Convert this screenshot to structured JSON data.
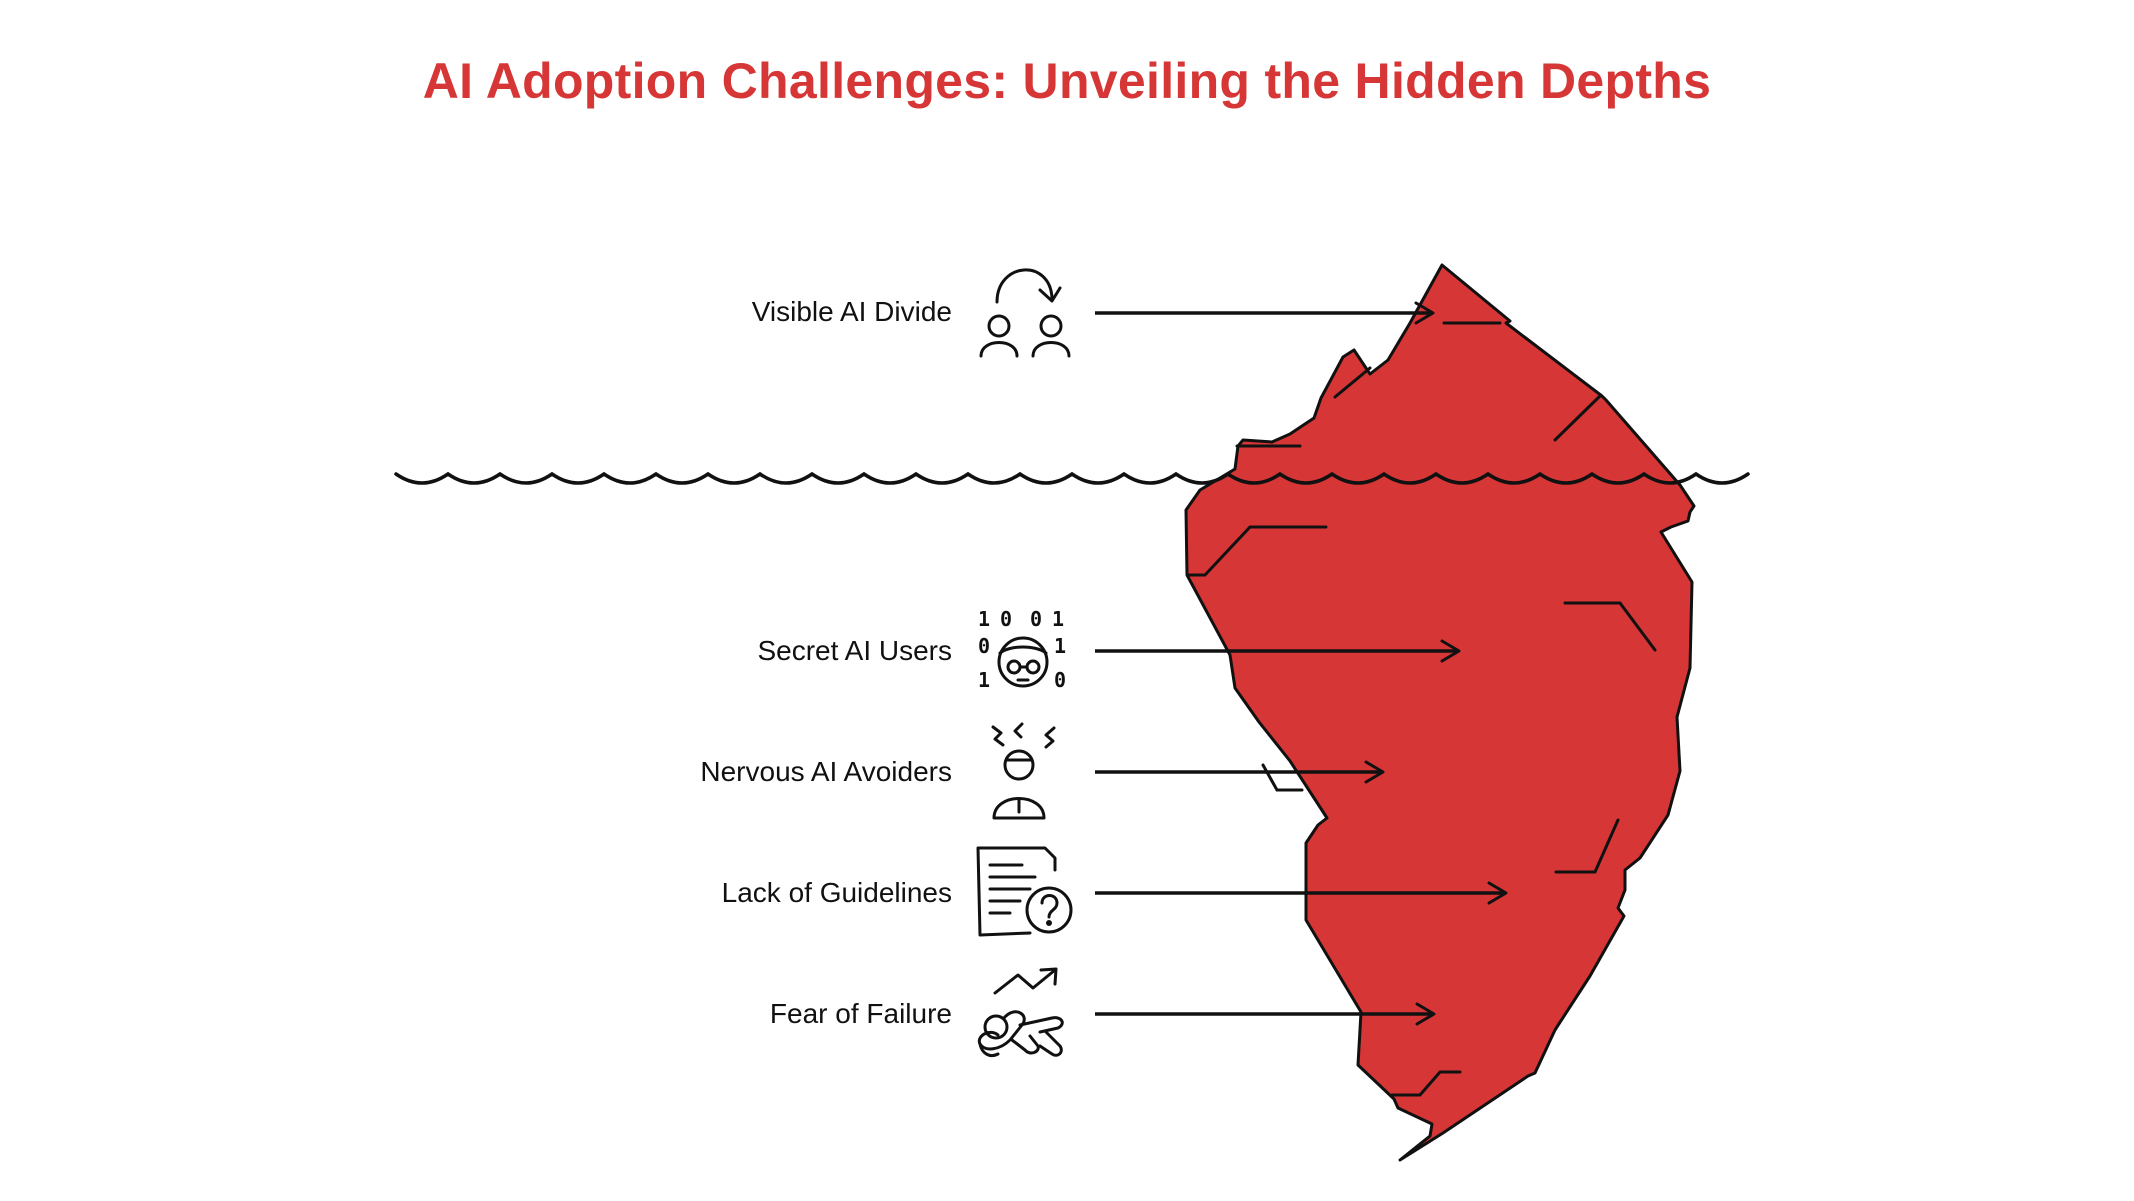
{
  "title": "AI Adoption Challenges: Unveiling the Hidden Depths",
  "colors": {
    "accent": "#d63636",
    "ink": "#111111"
  },
  "above_water": [
    {
      "label": "Visible AI Divide",
      "icon": "people-exchange-icon"
    }
  ],
  "below_water": [
    {
      "label": "Secret AI Users",
      "icon": "binary-spy-icon"
    },
    {
      "label": "Nervous AI Avoiders",
      "icon": "nervous-person-icon"
    },
    {
      "label": "Lack of Guidelines",
      "icon": "document-question-icon"
    },
    {
      "label": "Fear of Failure",
      "icon": "falling-person-icon"
    }
  ]
}
